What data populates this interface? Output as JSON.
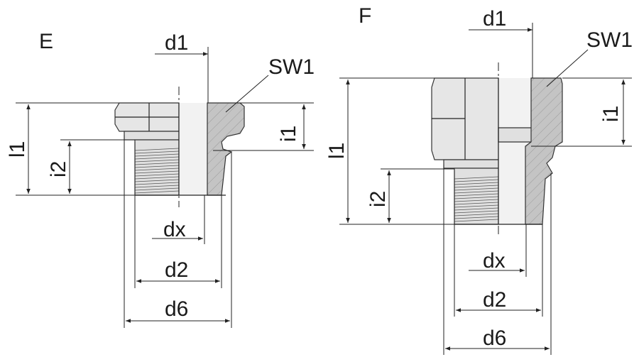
{
  "view_e": {
    "label": "E",
    "dims": {
      "d1": "d1",
      "sw1": "SW1",
      "i1": "i1",
      "l1": "l1",
      "i2": "i2",
      "dx": "dx",
      "d2": "d2",
      "d6": "d6"
    }
  },
  "view_f": {
    "label": "F",
    "dims": {
      "d1": "d1",
      "sw1": "SW1",
      "i1": "i1",
      "l1": "l1",
      "i2": "i2",
      "dx": "dx",
      "d2": "d2",
      "d6": "d6"
    }
  }
}
